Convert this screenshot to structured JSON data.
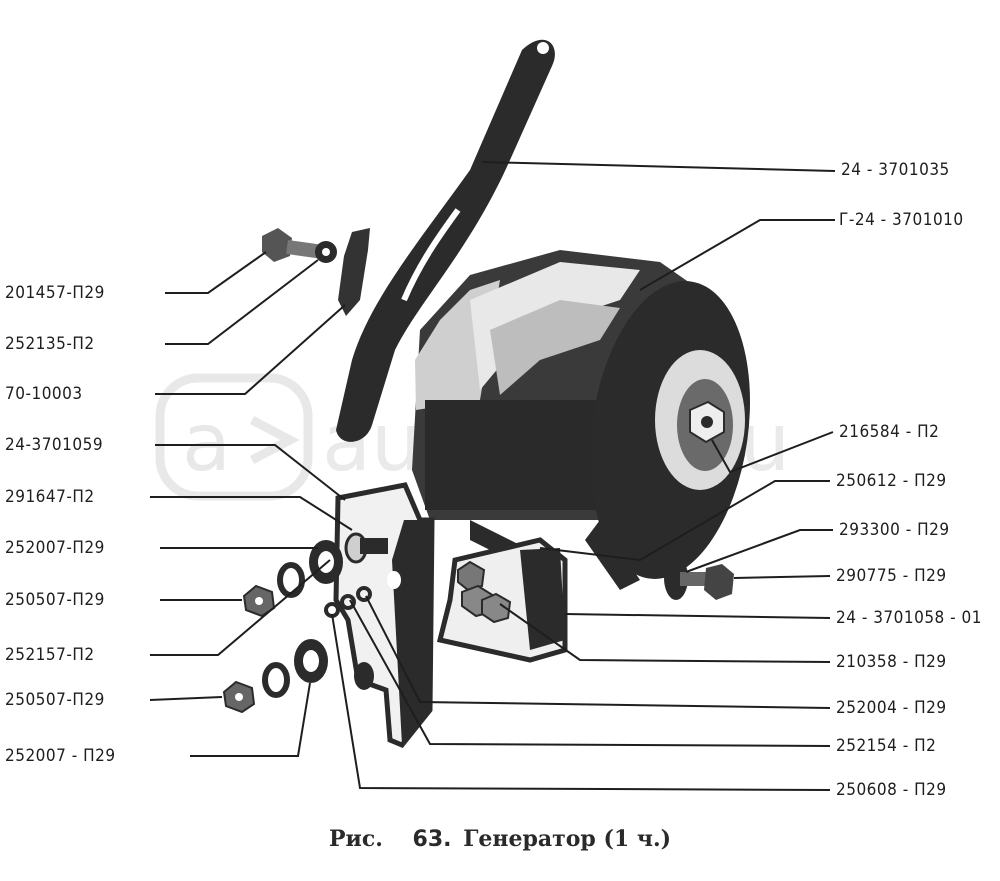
{
  "figure": {
    "caption_prefix": "Рис.",
    "caption_number": "63.",
    "caption_title": "Генератор (1 ч.)"
  },
  "watermark": {
    "text": "autopiter.ru",
    "color": "#e3e3e3"
  },
  "colors": {
    "ink": "#1e1e1e",
    "part_fill": "#2b2b2b",
    "paper": "#ffffff"
  },
  "labels": {
    "l01": "24 - 3701035",
    "l02": "Г-24 - 3701010",
    "l03": "201457-П29",
    "l04": "252135-П2",
    "l05": "70-10003",
    "l06": "24-3701059",
    "l07": "291647-П2",
    "l08": "252007-П29",
    "l09": "250507-П29",
    "l10": "252157-П2",
    "l11": "250507-П29",
    "l12": "252007 - П29",
    "l13": "216584 - П2",
    "l14": "250612 - П29",
    "l15": "293300 - П29",
    "l16": "290775 - П29",
    "l17": "24 - 3701058 - 01",
    "l18": "210358 - П29",
    "l19": "252004 - П29",
    "l20": "252154 - П2",
    "l21": "250608 - П29"
  }
}
